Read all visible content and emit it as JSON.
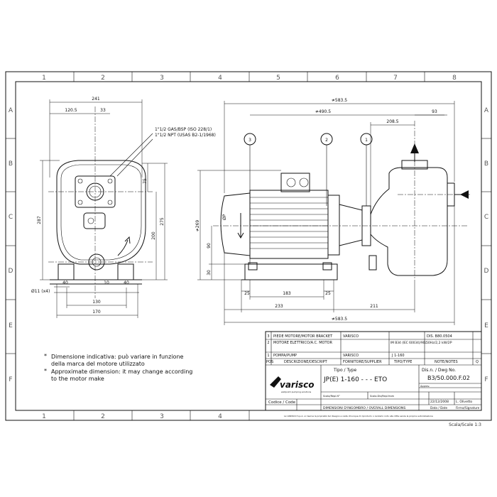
{
  "border": {
    "columns": [
      "1",
      "2",
      "3",
      "4",
      "5",
      "6",
      "7",
      "8"
    ],
    "rows": [
      "A",
      "B",
      "C",
      "D",
      "E",
      "F"
    ]
  },
  "front_view": {
    "dims": {
      "overall_width": "241",
      "left_offset": "120.5",
      "port_width": "33",
      "height_total": "287",
      "height_275": "275",
      "height_200": "200",
      "height_75": "75",
      "base_40_left": "40",
      "base_10": "10",
      "base_40_right": "40",
      "base_130": "130",
      "base_170": "170",
      "hole_dia": "Ø11 (x4)"
    },
    "port_labels": [
      "1\"1/2 GAS/BSP (ISO 228/1)",
      "1\"1/2 NPT (USAS B2-1/1968)"
    ]
  },
  "side_view": {
    "dims": {
      "overall_583_top": "≉583.5",
      "overall_490": "≉490.5",
      "dim_208": "208.5",
      "dim_93": "93",
      "height_269": "≉269",
      "dim_90": "90",
      "dim_30": "30",
      "base_25_left": "25",
      "base_183": "183",
      "base_25_right": "25",
      "base_233": "233",
      "base_211": "211",
      "overall_583_bottom": "≉583.5"
    },
    "balloons": [
      "3",
      "2",
      "1"
    ],
    "motor_label": "ØP"
  },
  "notes": [
    "Dimensione indicativa: può variare in funzione",
    "della marca del motore utilizzato",
    "Approximate dimension: it may change according",
    "to the motor make"
  ],
  "note_mark": "*",
  "title_block": {
    "parts_rows": [
      {
        "pos": "3",
        "desc": "PIEDE MOTORE/MOTOR BRACKET",
        "supplier": "VARISCO",
        "type": "",
        "note": "DIS. B80.0504"
      },
      {
        "pos": "2",
        "desc": "MOTORE ELETTRICO/A.C. MOTOR",
        "supplier": "",
        "type": "IM B34 (IEC 60034)/90L",
        "note": "50Hz/2,2 kW/2P"
      },
      {
        "pos": "1",
        "desc": "POMPA/PUMP",
        "supplier": "VARISCO",
        "type": "J 1-160",
        "note": ""
      }
    ],
    "headers": {
      "pos": "POS",
      "desc": "DESCRIZIONE/DESCRIPT",
      "supplier": "FORNITORE/SUPPLIER",
      "type": "TIPO/TYPE",
      "note": "NOTE/NOTES",
      "q": "Q"
    },
    "tipo_label": "Tipo / Type",
    "tipo_value": "JP(E) 1-160 - - - ETO",
    "dis_label": "Dis.n. / Dwg No.",
    "dis_value": "B3/50.000.F.02",
    "logo": "varisco",
    "logo_tagline": "wellpoint pumping solutions",
    "scala_label_1": "Scala/Repl.N°",
    "scala_label_2": "Scala.Dis/Repl.from",
    "approv_label": "Approv.",
    "codice_label": "Codice / Code",
    "title": "DIMENSIONI D'INGOMBRO / OVERALL DIMENSIONS",
    "date": "22/12/2008",
    "author": "L. Olivetto",
    "date_label": "Data / Date",
    "sign_label": "Firma/Signature",
    "legal": "La VARISCO S.p.A. si riserva la proprietà del disegno e vieta chiunque di riprodurlo o renderlo noto alle ditte senza la propria autorizzazione",
    "scale": "Scala/Scale 1:3"
  },
  "colors": {
    "ink": "#111111",
    "paper": "#ffffff"
  }
}
